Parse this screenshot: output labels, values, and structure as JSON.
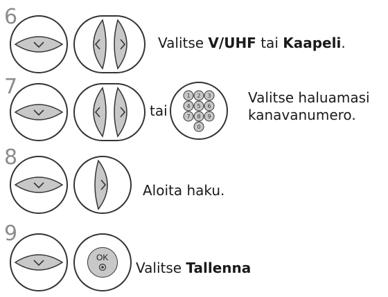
{
  "steps": [
    {
      "number": "6",
      "buttons": [
        "down",
        "left-right"
      ],
      "text_prefix": "Valitse ",
      "text_bold1": "V/UHF",
      "text_mid": " tai ",
      "text_bold2": "Kaapeli",
      "text_suffix": "."
    },
    {
      "number": "7",
      "buttons": [
        "down",
        "left-right",
        "numpad"
      ],
      "connector": "tai",
      "text_line1": "Valitse haluamasi",
      "text_line2": "kanavanumero.",
      "numpad_keys": [
        "1",
        "2",
        "3",
        "4",
        "5",
        "6",
        "7",
        "8",
        "9",
        "0"
      ]
    },
    {
      "number": "8",
      "buttons": [
        "down",
        "right"
      ],
      "text": "Aloita haku."
    },
    {
      "number": "9",
      "buttons": [
        "down",
        "ok"
      ],
      "ok_label": "OK",
      "text_prefix": "Valitse ",
      "text_bold": "Tallenna"
    }
  ],
  "colors": {
    "number": "#8c8c8c",
    "button_fill": "#c8c8c8",
    "outline": "#333333"
  }
}
